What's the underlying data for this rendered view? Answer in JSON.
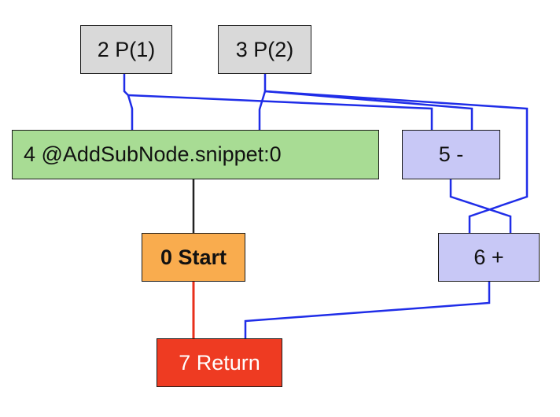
{
  "nodes": {
    "p1": {
      "label": "2 P(1)"
    },
    "p2": {
      "label": "3 P(2)"
    },
    "call": {
      "label": "4 @AddSubNode.snippet:0"
    },
    "sub": {
      "label": "5 -"
    },
    "start": {
      "label": "0 Start"
    },
    "add": {
      "label": "6 +"
    },
    "ret": {
      "label": "7 Return"
    }
  },
  "colors": {
    "param": "#d9d9d9",
    "call": "#a8dc94",
    "op": "#c8c8f6",
    "start": "#f9ac4e",
    "return": "#ee3b22",
    "data_edge": "#1f2de8",
    "control_edge": "#e8301c",
    "dependency_edge": "#222222"
  }
}
